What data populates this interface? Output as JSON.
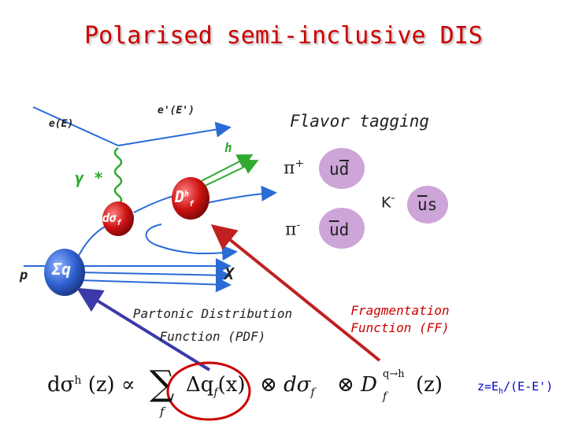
{
  "title": "Polarised semi-inclusive DIS",
  "labels": {
    "e_in": "e(E)",
    "e_out": "e'(E')",
    "gamma": "γ *",
    "hadron": "h",
    "dsigma": "dσ",
    "dsigma_sub": "f",
    "frag": "D",
    "frag_sup": "h",
    "frag_sub": "f",
    "proton": "p",
    "sigma_q": "Σq",
    "x_label": "X"
  },
  "flavor": {
    "heading": "Flavor tagging",
    "pi_plus": "π",
    "pi_plus_sup": "+",
    "pi_plus_quarks": "ud",
    "k_minus": "K",
    "k_minus_sup": "-",
    "k_minus_quarks": "us",
    "pi_minus": "π",
    "pi_minus_sup": "-",
    "pi_minus_quarks": "ud"
  },
  "pdf_note": "Partonic Distribution Function (PDF)",
  "ff_note": "Fragmentation Function (FF)",
  "z_def": "z=E",
  "z_def_sub": "h",
  "z_def_rest": "/(E-E')",
  "formula": {
    "lhs": "dσ",
    "lhs_sup": "h",
    "lhs_arg": "(z) ∝",
    "sum": "∑",
    "sum_sub": "f",
    "pdf": "Δq",
    "pdf_sub": "f",
    "pdf_arg": "(x)",
    "otimes1": "⊗",
    "dsig": "dσ",
    "dsig_sub": "f",
    "otimes2": "⊗",
    "frag": "D",
    "frag_sup": "q→h",
    "frag_sub": "f",
    "frag_arg": "(z)"
  },
  "colors": {
    "title": "#cc0000",
    "bubble": "#cda5d8",
    "ff_text": "#cc0000",
    "z_def": "#0000cc",
    "proton_blob": "#2e5fd0",
    "vertex_blob": "#cc1111",
    "lepton_lines": "#2a6bd6",
    "hadron_arrows": "#2faa2f",
    "pointer_red": "#c02020",
    "pointer_blue": "#3a3aa8"
  }
}
